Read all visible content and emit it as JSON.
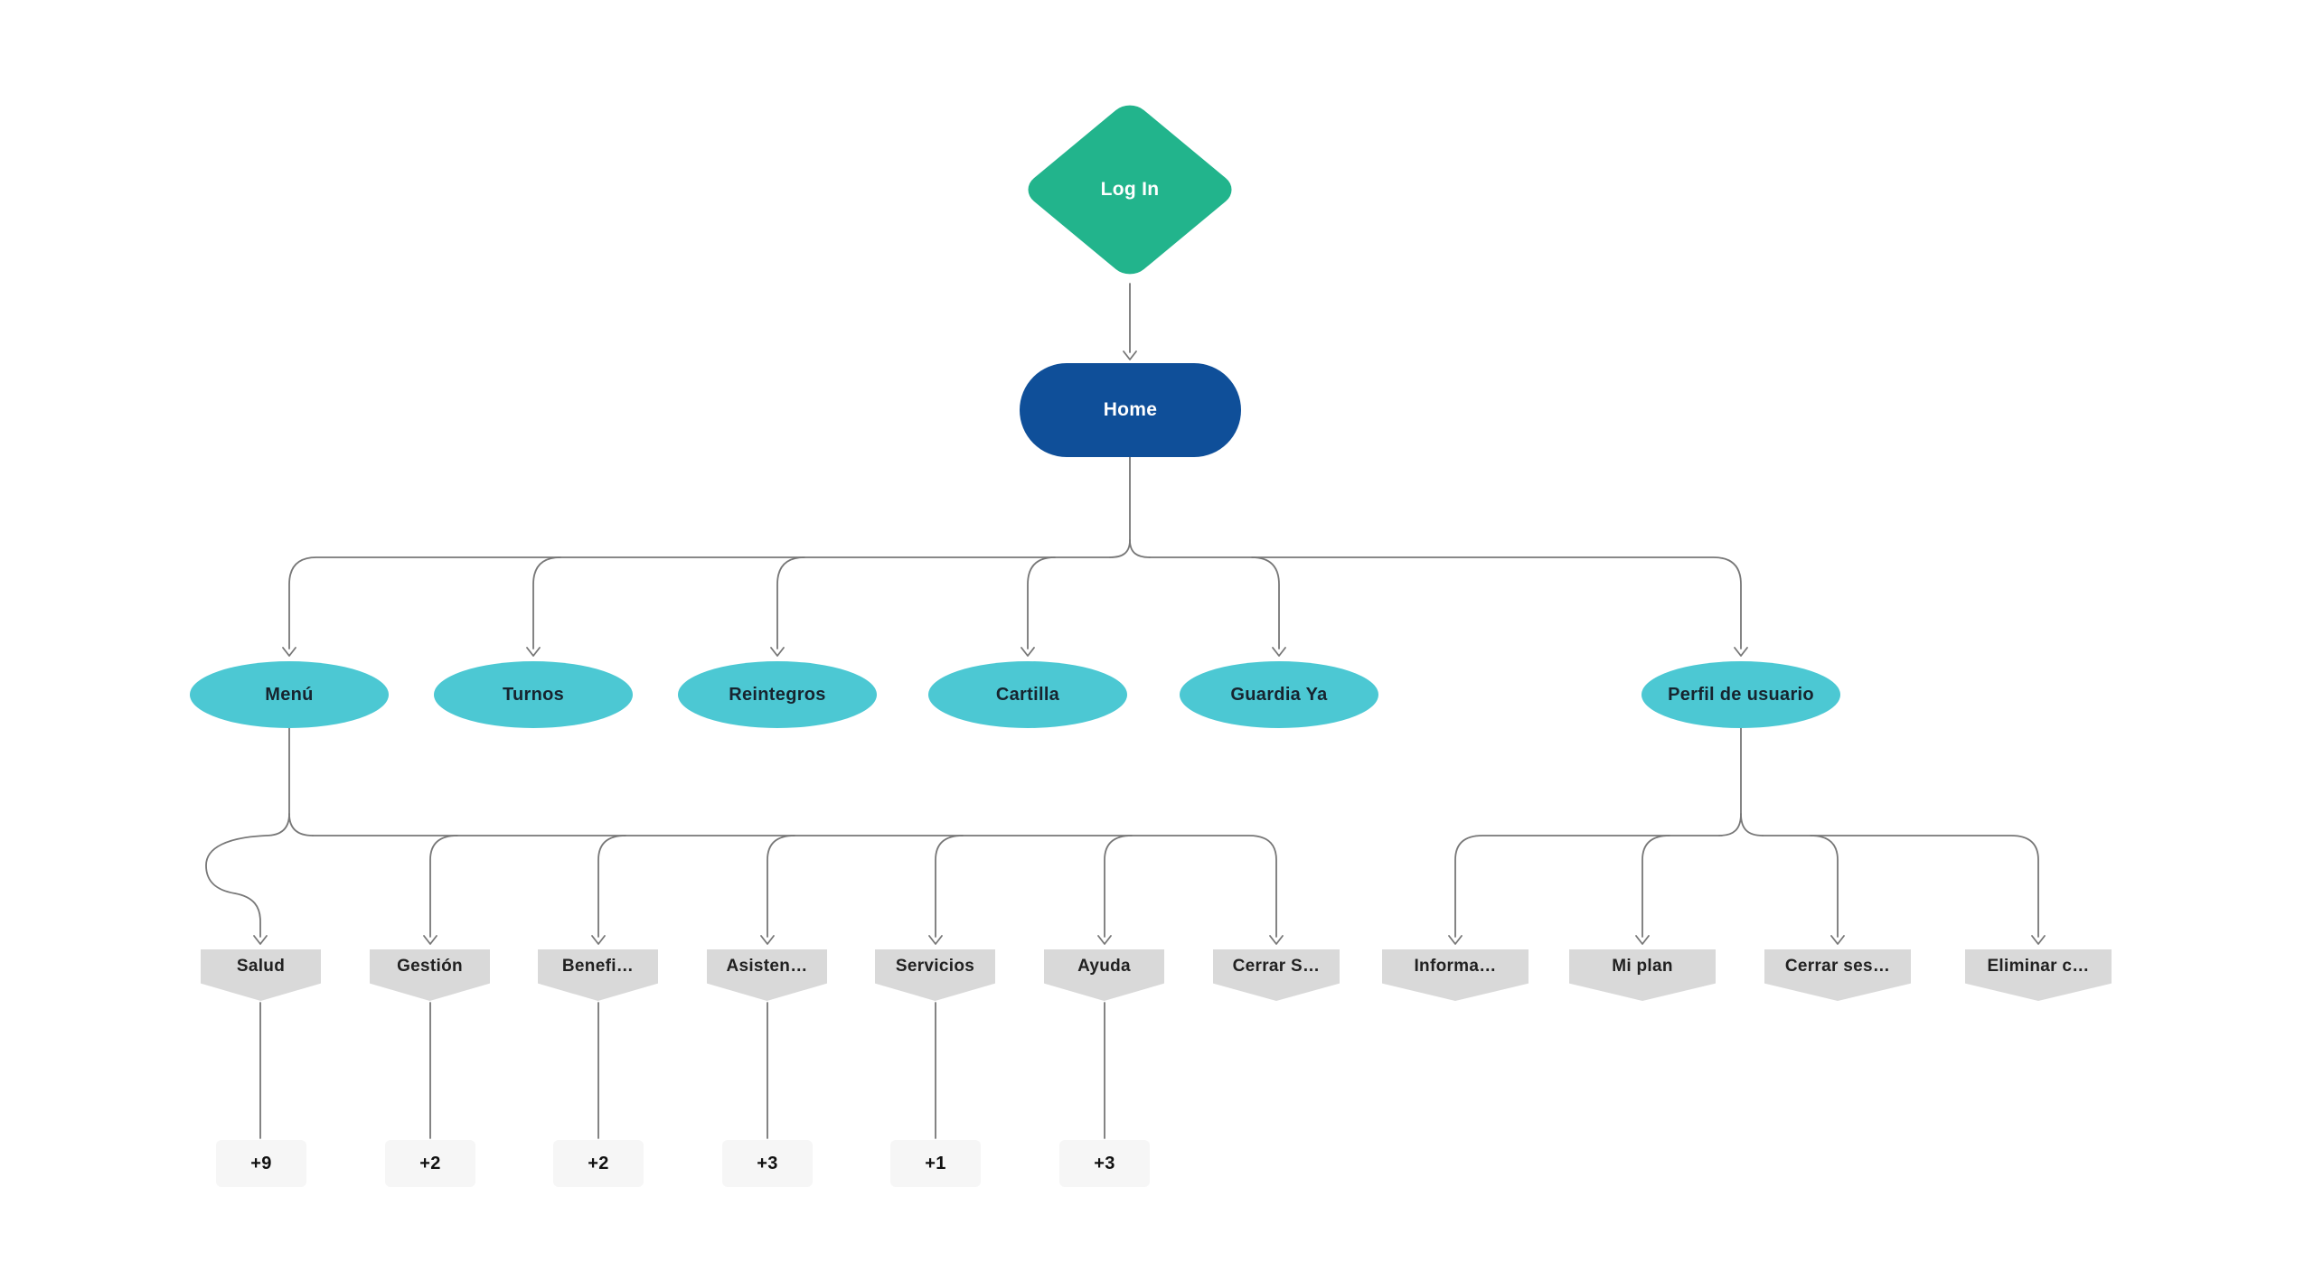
{
  "diagram": {
    "colors": {
      "decision_fill": "#22b48c",
      "primary_page_fill": "#0f4f99",
      "section_fill": "#4cc8d3",
      "subpage_fill": "#d9d9d9",
      "count_fill": "#f6f6f6",
      "connector": "#777777",
      "light_text": "#ffffff",
      "dark_text": "#17242f"
    },
    "nodes": {
      "login": {
        "label": "Log In"
      },
      "home": {
        "label": "Home"
      },
      "menu": {
        "label": "Menú"
      },
      "turnos": {
        "label": "Turnos"
      },
      "reintegros": {
        "label": "Reintegros"
      },
      "cartilla": {
        "label": "Cartilla"
      },
      "guardia_ya": {
        "label": "Guardia Ya"
      },
      "perfil": {
        "label": "Perfil de usuario"
      },
      "salud": {
        "label": "Salud"
      },
      "gestion": {
        "label": "Gestión"
      },
      "beneficios": {
        "label": "Benefi…"
      },
      "asistencia": {
        "label": "Asisten…"
      },
      "servicios": {
        "label": "Servicios"
      },
      "ayuda": {
        "label": "Ayuda"
      },
      "cerrar_s": {
        "label": "Cerrar S…"
      },
      "informacion": {
        "label": "Informa…"
      },
      "mi_plan": {
        "label": "Mi plan"
      },
      "cerrar_ses": {
        "label": "Cerrar ses…"
      },
      "eliminar_c": {
        "label": "Eliminar c…"
      },
      "count_salud": {
        "label": "+9"
      },
      "count_gestion": {
        "label": "+2"
      },
      "count_beneficios": {
        "label": "+2"
      },
      "count_asistencia": {
        "label": "+3"
      },
      "count_servicios": {
        "label": "+1"
      },
      "count_ayuda": {
        "label": "+3"
      }
    },
    "edges": [
      {
        "from": "login",
        "to": "home"
      },
      {
        "from": "home",
        "to": "menu"
      },
      {
        "from": "home",
        "to": "turnos"
      },
      {
        "from": "home",
        "to": "reintegros"
      },
      {
        "from": "home",
        "to": "cartilla"
      },
      {
        "from": "home",
        "to": "guardia_ya"
      },
      {
        "from": "home",
        "to": "perfil"
      },
      {
        "from": "menu",
        "to": "salud"
      },
      {
        "from": "menu",
        "to": "gestion"
      },
      {
        "from": "menu",
        "to": "beneficios"
      },
      {
        "from": "menu",
        "to": "asistencia"
      },
      {
        "from": "menu",
        "to": "servicios"
      },
      {
        "from": "menu",
        "to": "ayuda"
      },
      {
        "from": "menu",
        "to": "cerrar_s"
      },
      {
        "from": "perfil",
        "to": "informacion"
      },
      {
        "from": "perfil",
        "to": "mi_plan"
      },
      {
        "from": "perfil",
        "to": "cerrar_ses"
      },
      {
        "from": "perfil",
        "to": "eliminar_c"
      },
      {
        "from": "salud",
        "to": "count_salud"
      },
      {
        "from": "gestion",
        "to": "count_gestion"
      },
      {
        "from": "beneficios",
        "to": "count_beneficios"
      },
      {
        "from": "asistencia",
        "to": "count_asistencia"
      },
      {
        "from": "servicios",
        "to": "count_servicios"
      },
      {
        "from": "ayuda",
        "to": "count_ayuda"
      }
    ]
  }
}
